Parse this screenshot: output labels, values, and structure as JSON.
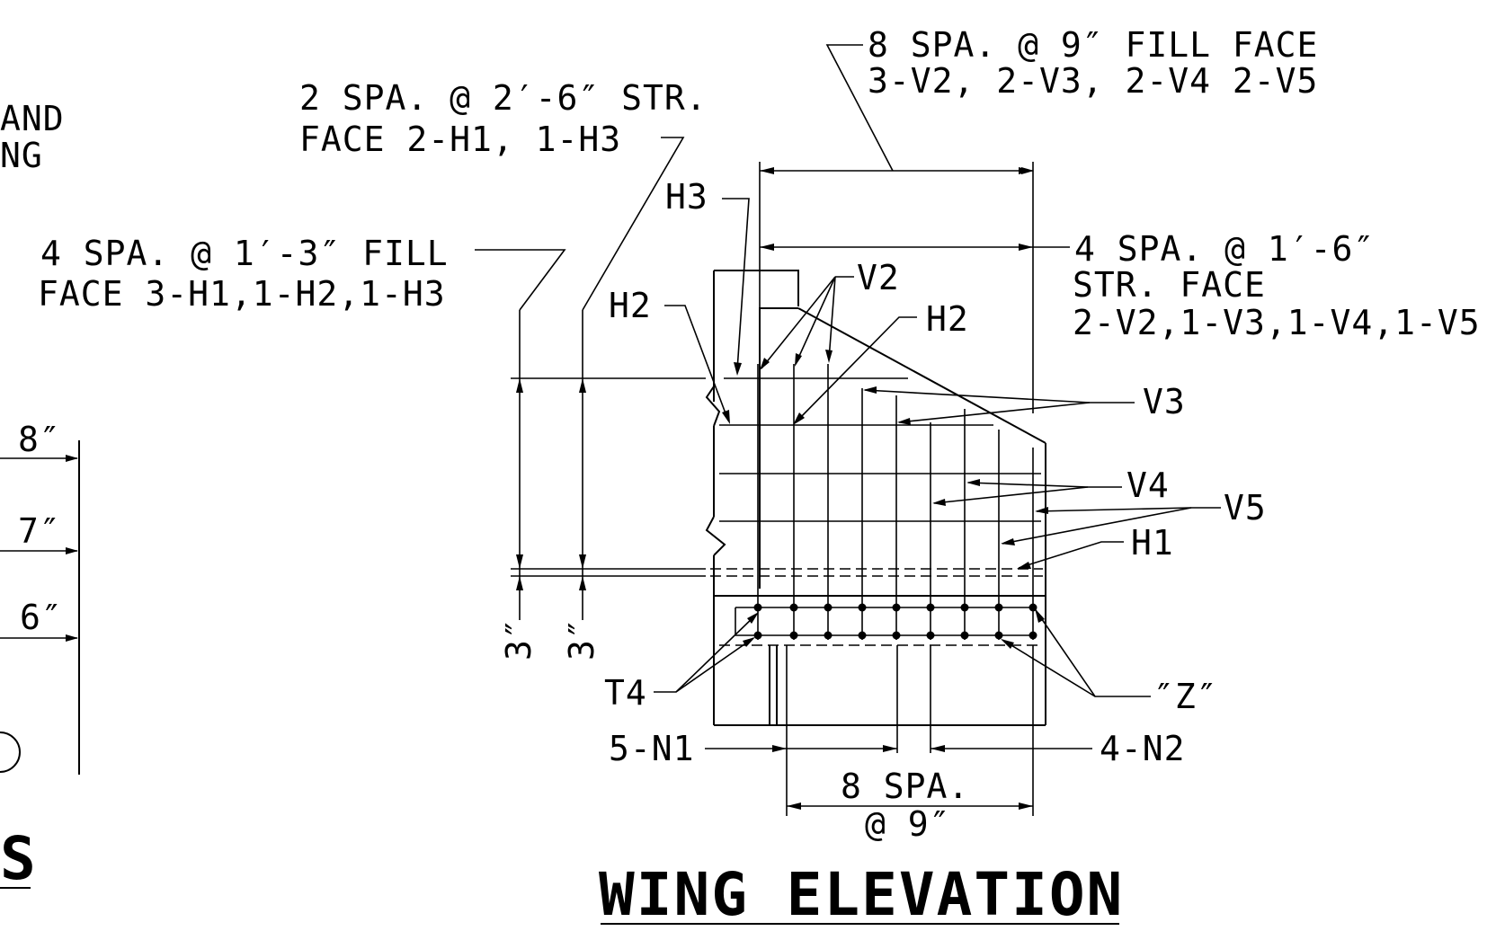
{
  "left_fragment": {
    "and_text": "AND",
    "ng_text": "NG",
    "dims": [
      "8″",
      "7″",
      "6″"
    ],
    "bottom_title": "S"
  },
  "title": "WING ELEVATION",
  "labels": {
    "top_fill_line1": "8 SPA. @ 9″ FILL FACE",
    "top_fill_line2": "3-V2, 2-V3, 2-V4 2-V5",
    "str_face_line1": "2 SPA. @ 2′-6″ STR.",
    "str_face_line2": "FACE 2-H1, 1-H3",
    "fill_face_line1": "4 SPA. @ 1′-3″ FILL",
    "fill_face_line2": "FACE 3-H1,1-H2,1-H3",
    "right_str_line1": "4 SPA. @ 1′-6″",
    "right_str_line2": "STR. FACE",
    "right_str_line3": "2-V2,1-V3,1-V4,1-V5",
    "h3": "H3",
    "h2_left": "H2",
    "h2_right": "H2",
    "v2": "V2",
    "v3": "V3",
    "v4": "V4",
    "v5": "V5",
    "h1": "H1",
    "t4": "T4",
    "z": "″Z″",
    "n1": "5-N1",
    "n2": "4-N2",
    "bottom_spa_line1": "8 SPA.",
    "bottom_spa_line2": "@ 9″",
    "dim_3_left": "3″",
    "dim_3_right": "3″"
  }
}
